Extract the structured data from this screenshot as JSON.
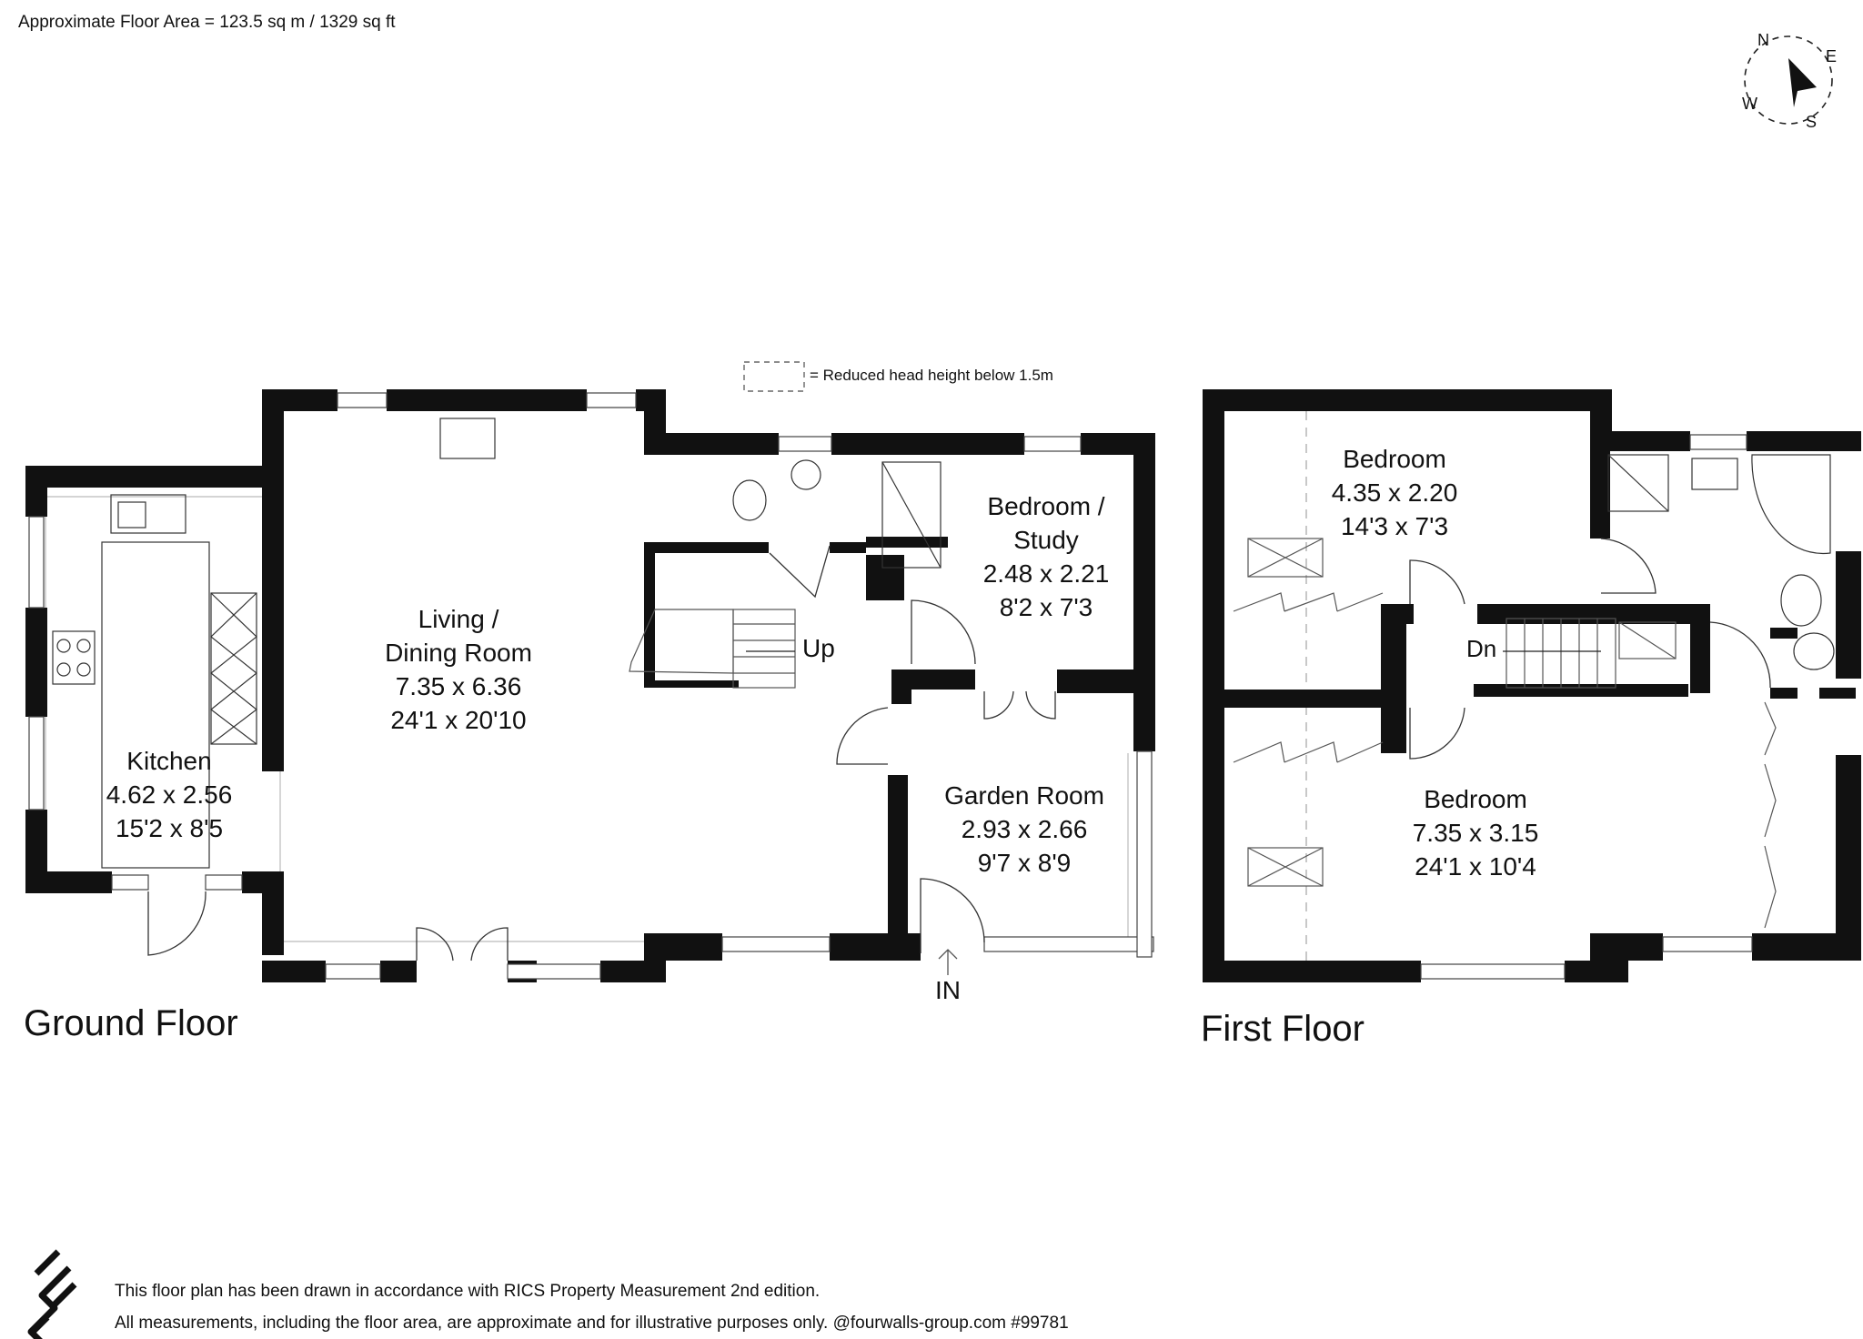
{
  "header": {
    "area": "Approximate Floor Area = 123.5 sq m / 1329 sq ft"
  },
  "compass": {
    "n": "N",
    "e": "E",
    "s": "S",
    "w": "W"
  },
  "legend": {
    "text": "= Reduced head height below 1.5m"
  },
  "ground_floor": {
    "title": "Ground Floor",
    "living": {
      "name1": "Living /",
      "name2": "Dining Room",
      "metric": "7.35 x 6.36",
      "imperial": "24'1 x 20'10"
    },
    "kitchen": {
      "name": "Kitchen",
      "metric": "4.62 x 2.56",
      "imperial": "15'2 x 8'5"
    },
    "study": {
      "name1": "Bedroom /",
      "name2": "Study",
      "metric": "2.48 x 2.21",
      "imperial": "8'2 x 7'3"
    },
    "garden": {
      "name": "Garden Room",
      "metric": "2.93 x 2.66",
      "imperial": "9'7 x 8'9"
    },
    "stairs_label": "Up",
    "entrance_label": "IN"
  },
  "first_floor": {
    "title": "First Floor",
    "bedroom1": {
      "name": "Bedroom",
      "metric": "4.35 x 2.20",
      "imperial": "14'3 x 7'3"
    },
    "bedroom2": {
      "name": "Bedroom",
      "metric": "7.35 x 3.15",
      "imperial": "24'1 x 10'4"
    },
    "stairs_label": "Dn"
  },
  "footer": {
    "line1": "This floor plan has been drawn in accordance with RICS Property Measurement 2nd edition.",
    "line2": "All measurements, including the floor area, are approximate and for illustrative purposes only. @fourwalls-group.com #99781"
  }
}
